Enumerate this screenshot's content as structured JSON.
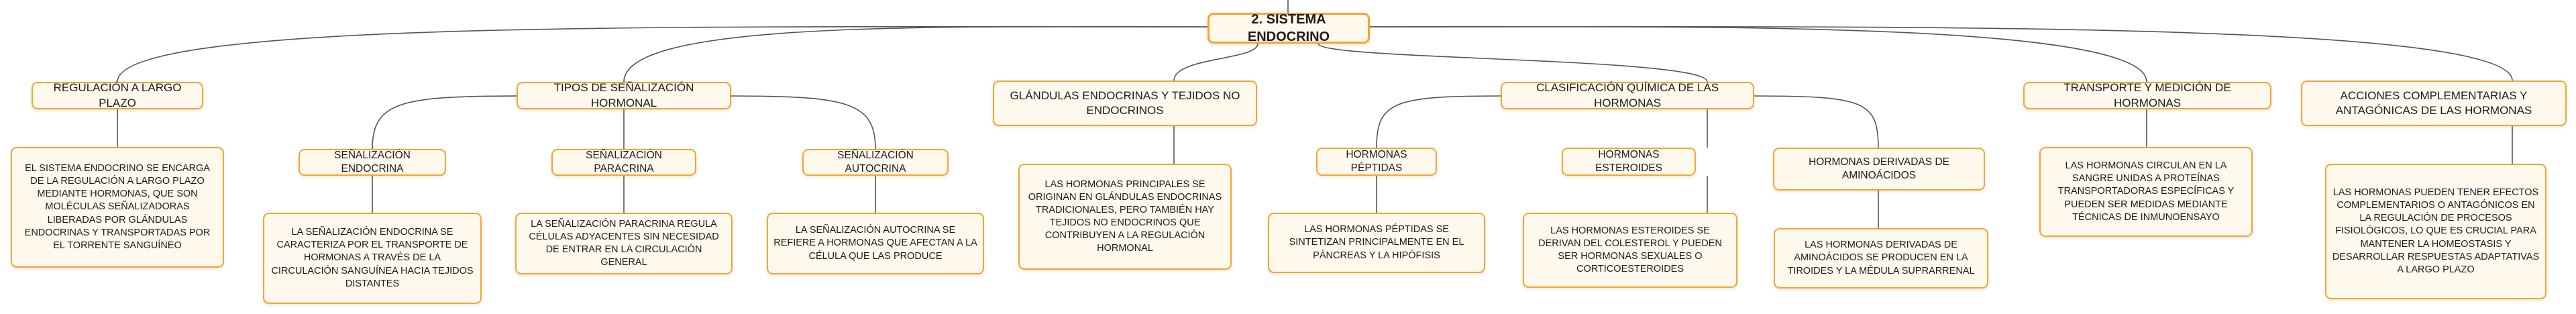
{
  "root": {
    "label": "2. SISTEMA ENDOCRINO"
  },
  "topics": [
    {
      "label": "REGULACIÓN A LARGO PLAZO",
      "detail": "EL SISTEMA ENDOCRINO SE ENCARGA DE LA REGULACIÓN A LARGO PLAZO MEDIANTE HORMONAS, QUE SON MOLÉCULAS SEÑALIZADORAS LIBERADAS POR GLÁNDULAS ENDOCRINAS Y TRANSPORTADAS POR EL TORRENTE SANGUÍNEO"
    },
    {
      "label": "TIPOS DE SEÑALIZACIÓN HORMONAL",
      "subtopics": [
        {
          "label": "SEÑALIZACIÓN ENDOCRINA",
          "detail": "LA SEÑALIZACIÓN ENDOCRINA SE CARACTERIZA POR EL TRANSPORTE DE HORMONAS A TRAVÉS DE LA CIRCULACIÓN SANGUÍNEA HACIA TEJIDOS DISTANTES"
        },
        {
          "label": "SEÑALIZACIÓN PARACRINA",
          "detail": "LA SEÑALIZACIÓN PARACRINA REGULA CÉLULAS ADYACENTES SIN NECESIDAD DE ENTRAR EN LA CIRCULACIÓN GENERAL"
        },
        {
          "label": "SEÑALIZACIÓN AUTOCRINA",
          "detail": "LA SEÑALIZACIÓN AUTOCRINA SE REFIERE A HORMONAS QUE AFECTAN A LA CÉLULA QUE LAS PRODUCE"
        }
      ]
    },
    {
      "label": "GLÁNDULAS ENDOCRINAS Y TEJIDOS NO ENDOCRINOS",
      "detail": "LAS HORMONAS PRINCIPALES SE ORIGINAN EN GLÁNDULAS ENDOCRINAS TRADICIONALES, PERO TAMBIÉN HAY TEJIDOS NO ENDOCRINOS QUE CONTRIBUYEN A LA REGULACIÓN HORMONAL"
    },
    {
      "label": "CLASIFICACIÓN QUÍMICA DE LAS HORMONAS",
      "subtopics": [
        {
          "label": "HORMONAS PÉPTIDAS",
          "detail": "LAS HORMONAS PÉPTIDAS SE SINTETIZAN PRINCIPALMENTE EN EL PÁNCREAS Y LA HIPÓFISIS"
        },
        {
          "label": "HORMONAS ESTEROIDES",
          "detail": "LAS HORMONAS ESTEROIDES SE DERIVAN DEL COLESTEROL Y PUEDEN SER HORMONAS SEXUALES O CORTICOESTEROIDES"
        },
        {
          "label": "HORMONAS DERIVADAS DE AMINOÁCIDOS",
          "detail": "LAS HORMONAS DERIVADAS DE AMINOÁCIDOS SE PRODUCEN EN LA TIROIDES Y LA MÉDULA SUPRARRENAL"
        }
      ]
    },
    {
      "label": "TRANSPORTE Y MEDICIÓN DE HORMONAS",
      "detail": "LAS HORMONAS CIRCULAN EN LA SANGRE UNIDAS A PROTEÍNAS TRANSPORTADORAS ESPECÍFICAS Y PUEDEN SER MEDIDAS MEDIANTE TÉCNICAS DE INMUNOENSAYO"
    },
    {
      "label": "ACCIONES COMPLEMENTARIAS Y ANTAGÓNICAS DE LAS HORMONAS",
      "detail": "LAS HORMONAS PUEDEN TENER EFECTOS COMPLEMENTARIOS O ANTAGÓNICOS EN LA REGULACIÓN DE PROCESOS FISIOLÓGICOS, LO QUE ES CRUCIAL PARA MANTENER LA HOMEOSTASIS Y DESARROLLAR RESPUESTAS ADAPTATIVAS A LARGO PLAZO"
    }
  ],
  "colors": {
    "node_border": "#f5a530",
    "node_fill": "#fff8ec",
    "line": "#555555"
  }
}
